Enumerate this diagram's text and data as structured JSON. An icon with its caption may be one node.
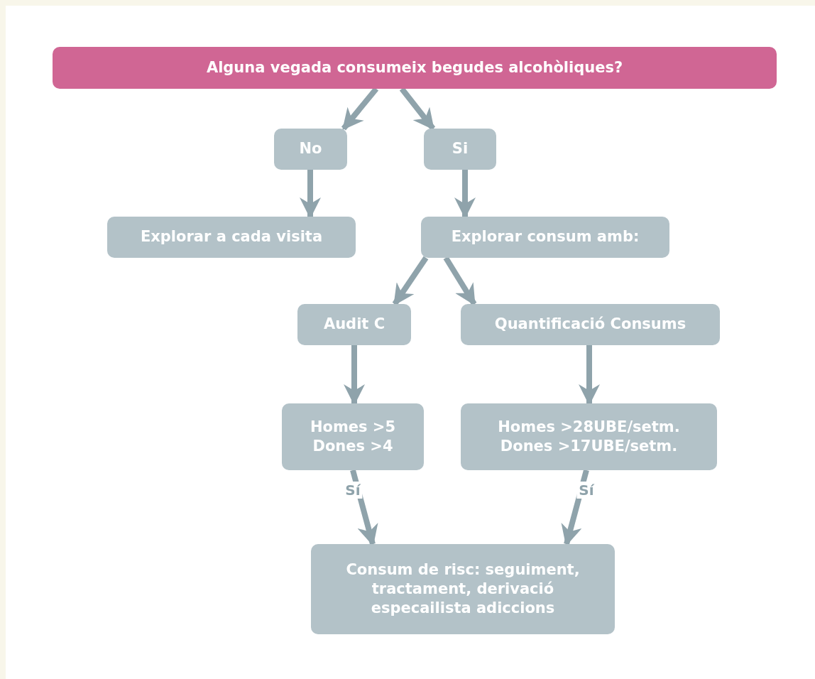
{
  "diagram": {
    "nodes": [
      {
        "text": [
          "Alguna vegada consumeix begudes alcohòliques?"
        ]
      },
      {
        "text": [
          "No"
        ]
      },
      {
        "text": [
          "Si"
        ]
      },
      {
        "text": [
          "Explorar a cada visita"
        ]
      },
      {
        "text": [
          "Explorar consum amb:"
        ]
      },
      {
        "text": [
          "Audit C"
        ]
      },
      {
        "text": [
          "Quantificació Consums"
        ]
      },
      {
        "text": [
          "Homes >5 Dones >4"
        ]
      },
      {
        "text": [
          "Homes >28UBE/setm. Dones >17UBE/setm."
        ]
      },
      {
        "text": [
          "Consum de risc: seguiment, tractament, derivació especailista adiccions"
        ]
      }
    ],
    "edges": [
      {
        "from": 0,
        "to": 1,
        "arrow": "to"
      },
      {
        "from": 0,
        "to": 2,
        "arrow": "to"
      },
      {
        "from": 1,
        "to": 3,
        "arrow": "to"
      },
      {
        "from": 2,
        "to": 4,
        "arrow": "to"
      },
      {
        "from": 4,
        "to": 5,
        "arrow": "to"
      },
      {
        "from": 4,
        "to": 6,
        "arrow": "to"
      },
      {
        "from": 5,
        "to": 7,
        "arrow": "to"
      },
      {
        "from": 6,
        "to": 8,
        "arrow": "to"
      },
      {
        "from": 7,
        "to": 9,
        "arrow": "to",
        "label": "Sí"
      },
      {
        "from": 8,
        "to": 9,
        "arrow": "to",
        "label": "Sí"
      }
    ]
  }
}
